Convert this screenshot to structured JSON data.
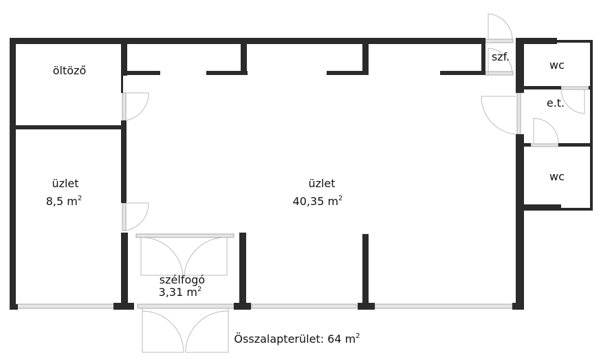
{
  "rooms": {
    "oltozo": {
      "name": "öltöző"
    },
    "uzlet_small": {
      "name": "üzlet",
      "area": "8,5 m",
      "unit_exp": "2"
    },
    "uzlet_main": {
      "name": "üzlet",
      "area": "40,35 m",
      "unit_exp": "2"
    },
    "szelfogo": {
      "name": "szélfogó",
      "area": "3,31 m",
      "unit_exp": "2"
    },
    "szf": {
      "name": "szf."
    },
    "wc1": {
      "name": "wc"
    },
    "et": {
      "name": "e.t."
    },
    "wc2": {
      "name": "wc"
    }
  },
  "total": {
    "label": "Összalapterület: 64 m",
    "unit_exp": "2"
  },
  "colors": {
    "wall": "#2b2b2b",
    "window": "#e6e6e6"
  }
}
